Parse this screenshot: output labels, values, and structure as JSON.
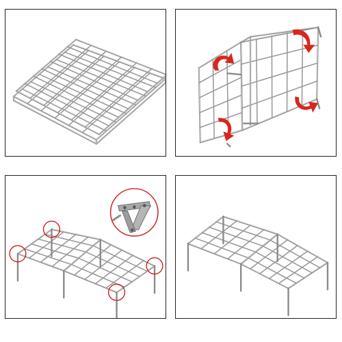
{
  "panels": [
    {
      "id": "folded-frame",
      "icon": "folded-bed-frame-icon"
    },
    {
      "id": "unfold-frame",
      "icon": "unfolding-bed-frame-icon",
      "arrow_color": "#d9261c"
    },
    {
      "id": "open-frame-highlights",
      "icon": "bed-frame-joints-highlighted-icon",
      "highlight_color": "#d21f1f"
    },
    {
      "id": "assembled-frame",
      "icon": "assembled-bed-frame-icon"
    }
  ],
  "colors": {
    "frame": "#8a8a8a",
    "border": "#222222",
    "highlight": "#d21f1f"
  }
}
